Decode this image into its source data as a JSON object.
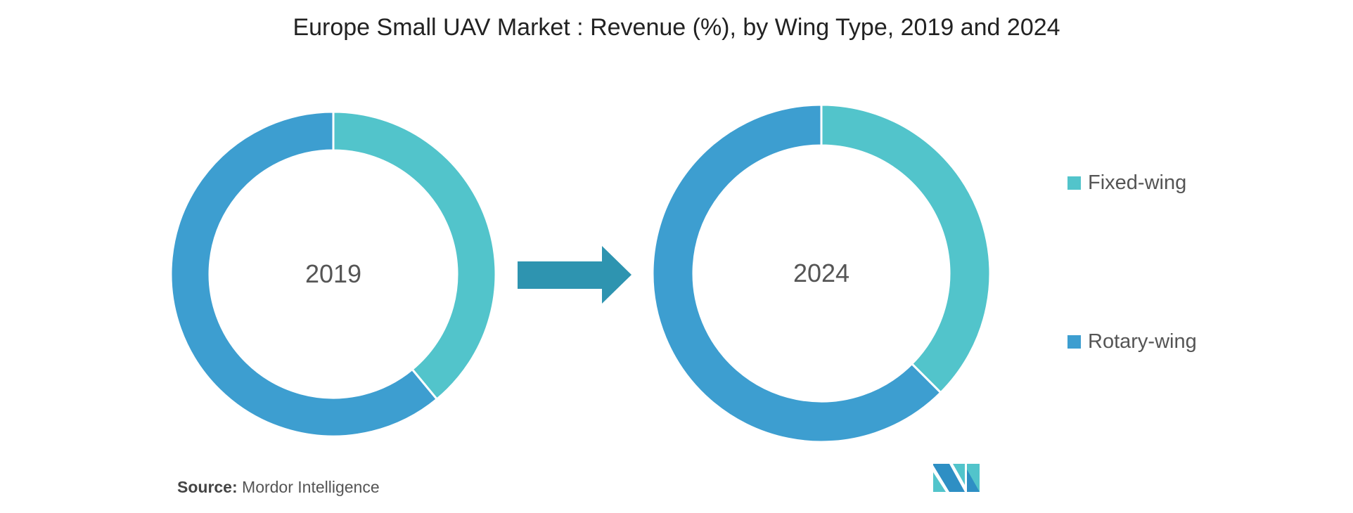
{
  "title": "Europe Small UAV Market : Revenue (%), by Wing Type, 2019 and 2024",
  "chart_data": [
    {
      "type": "pie",
      "donut": true,
      "center_label": "2019",
      "categories": [
        "Fixed-wing",
        "Rotary-wing"
      ],
      "values": [
        39,
        61
      ]
    },
    {
      "type": "pie",
      "donut": true,
      "center_label": "2024",
      "categories": [
        "Fixed-wing",
        "Rotary-wing"
      ],
      "values": [
        37.5,
        62.5
      ]
    }
  ],
  "legend": [
    {
      "label": "Fixed-wing",
      "color": "#52c4cb"
    },
    {
      "label": "Rotary-wing",
      "color": "#3d9ed0"
    }
  ],
  "arrow_color": "#2e94b0",
  "source": {
    "label": "Source:",
    "value": " Mordor Intelligence"
  }
}
